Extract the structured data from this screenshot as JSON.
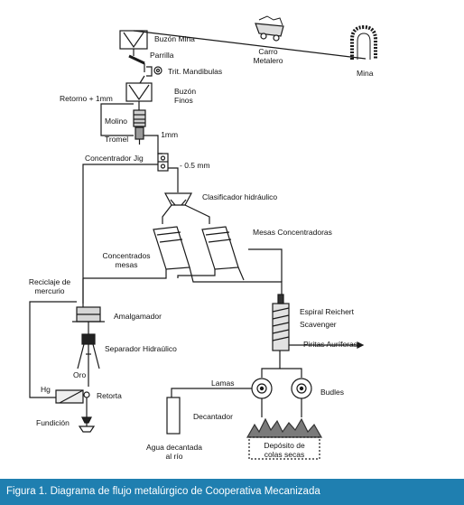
{
  "labels": {
    "buzon_mina": "Buzón Mina",
    "parrilla": "Parrilla",
    "trit_mandibulas": "Trit. Mandibulas",
    "carro_metalero": [
      "Carro",
      "Metalero"
    ],
    "mina": "Mina",
    "buzon_finos": [
      "Buzón",
      "Finos"
    ],
    "retorno": "Retorno + 1mm",
    "molino": "Molino",
    "tromel": "Tromel",
    "menos_1mm": "- 1mm",
    "concentrador_jig": "Concentrador Jig",
    "menos_05mm": "- 0.5 mm",
    "clasificador": "Clasificador hidráulico",
    "mesas_concentradoras": "Mesas Concentradoras",
    "concentrados_mesas": [
      "Concentrados",
      "mesas"
    ],
    "reciclaje_mercurio": [
      "Reciclaje de",
      "mercurio"
    ],
    "amalgamador": "Amalgamador",
    "espiral": [
      "Espiral Reichert",
      "Scavenger"
    ],
    "separador": "Separador Hidraúlico",
    "piritas": "Piritas Auríferas",
    "oro": "Oro",
    "hg": "Hg",
    "retorta": "Retorta",
    "lamas": "Lamas",
    "budles": "Budles",
    "decantador": "Decantador",
    "fundicion": "Fundición",
    "agua_decantada": [
      "Agua decantada",
      "al río"
    ],
    "deposito": [
      "Depósito de",
      "colas secas"
    ]
  },
  "caption": "Figura 1. Diagrama de flujo metalúrgico de Cooperativa Mecanizada",
  "colors": {
    "caption_bg": "#1f7fb0",
    "caption_text": "#ffffff",
    "line": "#1a1a1a"
  }
}
